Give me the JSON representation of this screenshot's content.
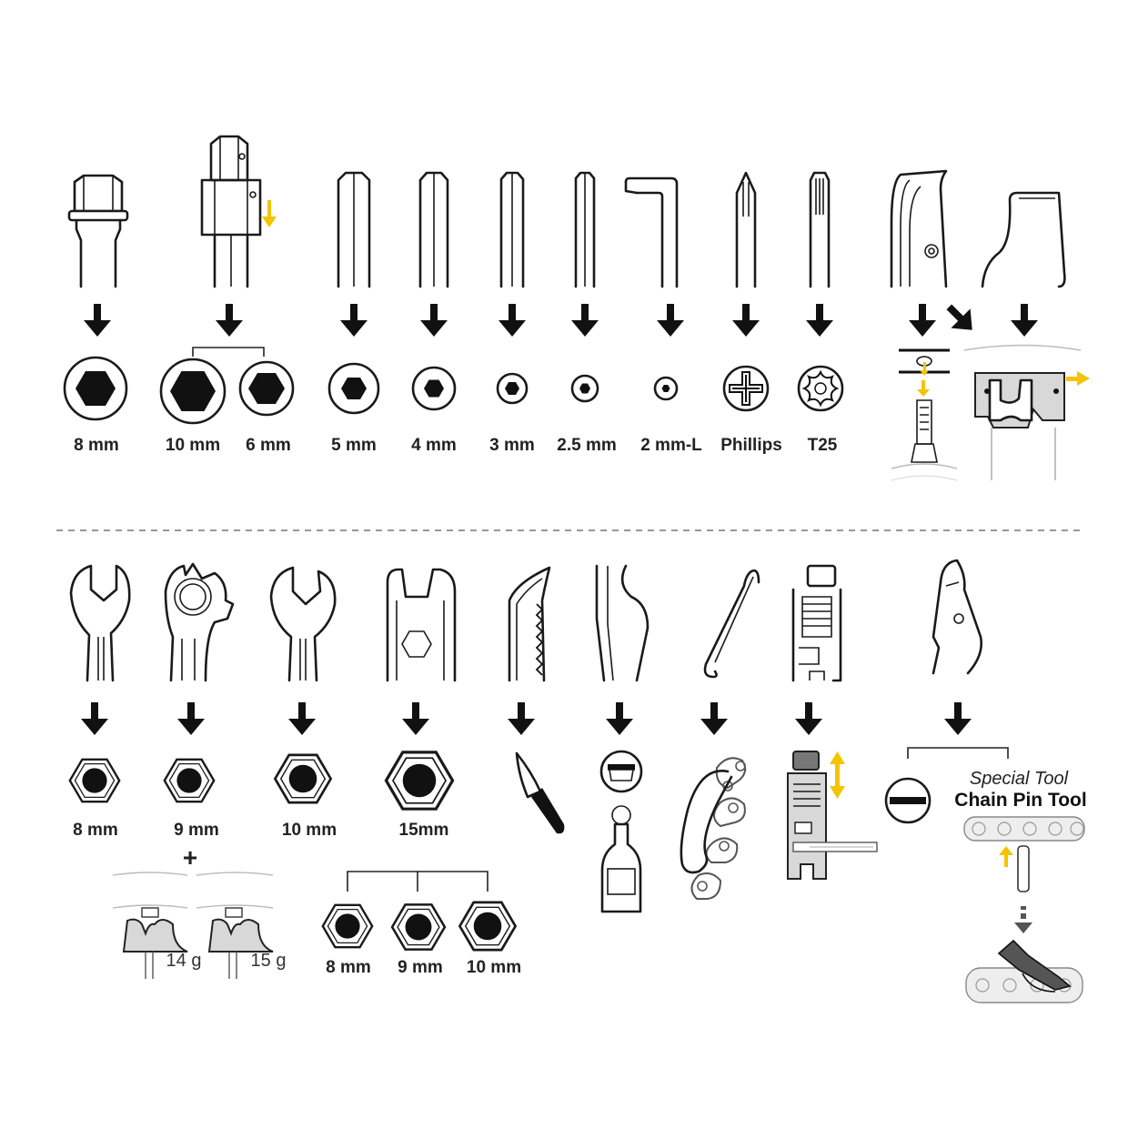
{
  "accent_color": "#f5c400",
  "top_row": {
    "labels": {
      "hex_8": "8 mm",
      "hex_10": "10 mm",
      "hex_6": "6 mm",
      "hex_5": "5 mm",
      "hex_4": "4 mm",
      "hex_3": "3 mm",
      "hex_2_5": "2.5 mm",
      "hex_2_l": "2 mm-L",
      "phillips": "Phillips",
      "torx": "T25"
    }
  },
  "bottom_row": {
    "labels": {
      "wrench_8": "8 mm",
      "wrench_9": "9 mm",
      "wrench_10": "10 mm",
      "wrench_15": "15mm",
      "plus": "+",
      "spoke_14": "14 g",
      "spoke_15": "15 g",
      "nut_8": "8 mm",
      "nut_9": "9 mm",
      "nut_10": "10 mm"
    },
    "special_tool": {
      "line1": "Special Tool",
      "line2": "Chain Pin Tool"
    }
  }
}
